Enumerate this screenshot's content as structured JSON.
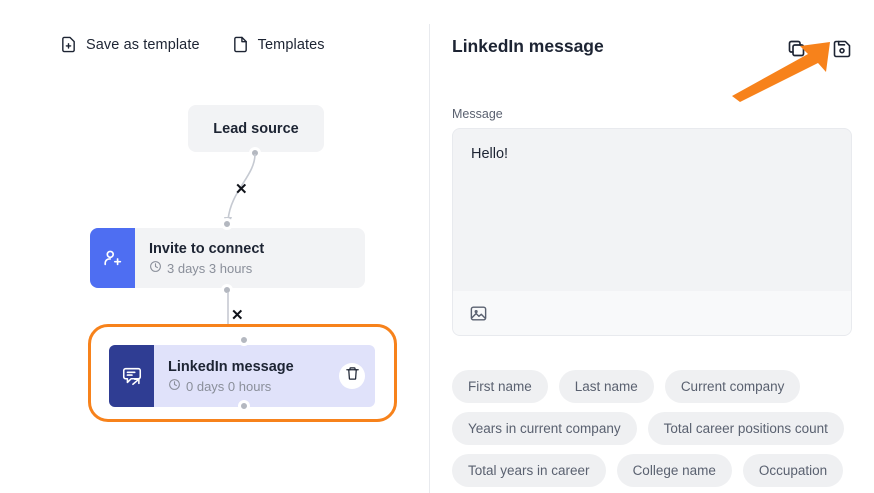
{
  "toolbar": {
    "save_as_template": {
      "label": "Save as template",
      "icon": "file-plus-icon"
    },
    "templates": {
      "label": "Templates",
      "icon": "file-icon"
    }
  },
  "canvas": {
    "nodes": [
      {
        "title": "Lead source",
        "type": "lead-source"
      },
      {
        "title": "Invite to connect",
        "duration": "3 days 3 hours",
        "icon": "user-plus-icon",
        "icon_color": "#4e6ef2",
        "selected": false
      },
      {
        "title": "LinkedIn message",
        "duration": "0 days 0 hours",
        "icon": "message-send-icon",
        "icon_color": "#2f3d93",
        "selected": true
      }
    ],
    "connector_delete_label": "✕",
    "delete_node_icon": "trash-icon",
    "selection_color": "#f7821b"
  },
  "panel": {
    "title": "LinkedIn message",
    "copy_icon": "copy-icon",
    "save_icon": "floppy-save-icon",
    "message_label": "Message",
    "message_value": "Hello!",
    "attach_image_icon": "image-icon",
    "variables": [
      "First name",
      "Last name",
      "Current company",
      "Years in current company",
      "Total career positions count",
      "Total years in career",
      "College name",
      "Occupation"
    ]
  },
  "annotation": {
    "arrow_color": "#f7821b",
    "points_to": "copy-icon"
  }
}
